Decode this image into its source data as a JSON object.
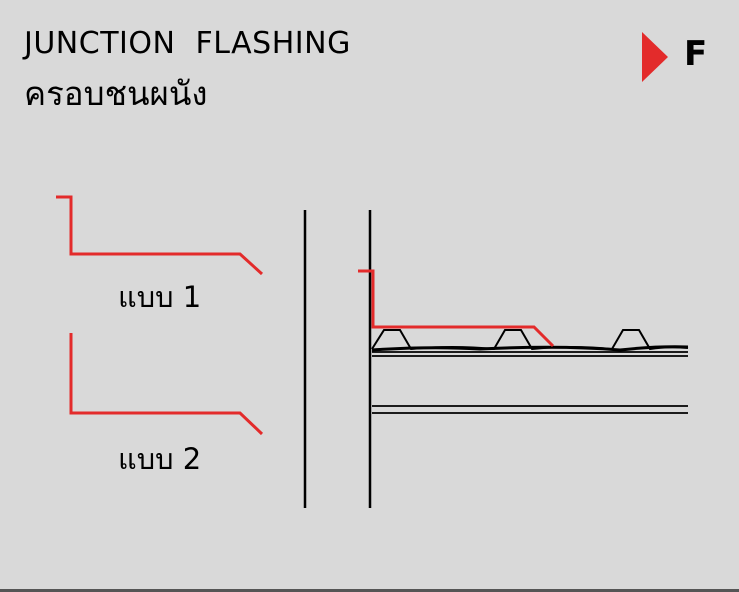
{
  "header": {
    "title_en": "JUNCTION  FLASHING",
    "title_th": "ครอบชนผนัง",
    "badge_letter": "F"
  },
  "labels": {
    "type_1": "แบบ 1",
    "type_2": "แบบ 2"
  },
  "colors": {
    "background": "#d9d9d9",
    "flashing": "#e32b2b",
    "line": "#000000",
    "badge_arrow": "#e32b2b"
  },
  "icons": {
    "badge_arrow": "triangle-right-icon"
  }
}
